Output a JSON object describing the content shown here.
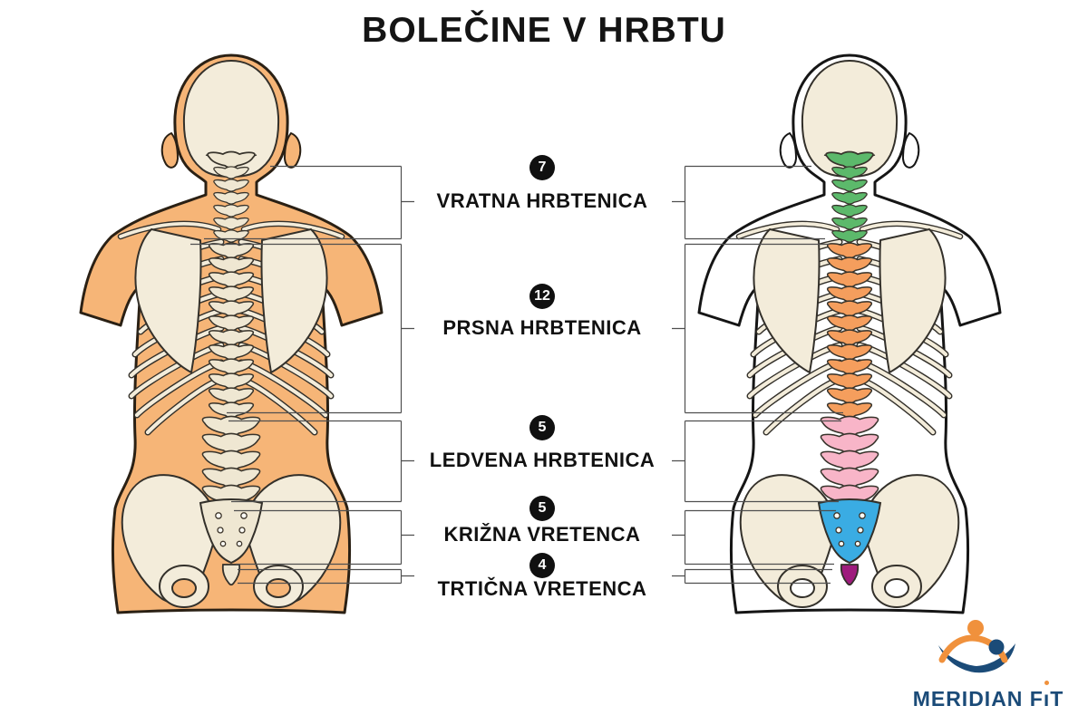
{
  "title": "BOLEČINE V HRBTU",
  "spine_labels": [
    {
      "count": "7",
      "name": "VRATNA HRBTENICA"
    },
    {
      "count": "12",
      "name": "PRSNA HRBTENICA"
    },
    {
      "count": "5",
      "name": "LEDVENA HRBTENICA"
    },
    {
      "count": "5",
      "name": "KRIŽNA VRETENCA"
    },
    {
      "count": "4",
      "name": "TRTIČNA VRETENCA"
    }
  ],
  "logo": {
    "brand": "MERIDIAN FiT",
    "part_before_i": "MERIDIAN F",
    "part_i": "ı",
    "part_after_i": "T"
  },
  "colors": {
    "cervical_green": "#5CB96B",
    "thoracic_orange": "#F59E5D",
    "lumbar_pink": "#F8B5C8",
    "sacral_blue": "#3AACE3",
    "coccyx_purple": "#9E1B7D",
    "skin_orange": "#F6B577",
    "bone_cream": "#F3ECDA",
    "badge_black": "#101010",
    "logo_navy": "#1B4B78",
    "logo_orange": "#F0913C"
  }
}
